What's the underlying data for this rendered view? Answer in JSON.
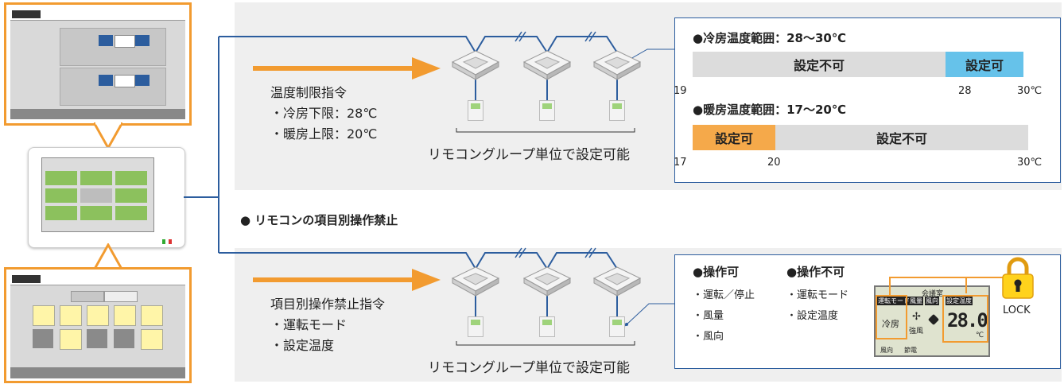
{
  "colors": {
    "orange": "#f29b30",
    "blue_line": "#2c5d9e",
    "settable_cool": "#66c2ea",
    "settable_heat": "#f5a94a",
    "not_settable": "#dcdcdc",
    "panel_bg": "#efefef"
  },
  "top": {
    "command_title": "温度制限指令",
    "command_items": [
      "・冷房下限：28℃",
      "・暖房上限：20℃"
    ],
    "group_caption": "リモコングループ単位で設定可能",
    "cooling": {
      "title": "●冷房温度範囲：28～30℃",
      "not_settable": "設定不可",
      "settable": "設定可",
      "ticks": [
        "19",
        "28",
        "30℃"
      ]
    },
    "heating": {
      "title": "●暖房温度範囲：17～20℃",
      "settable": "設定可",
      "not_settable": "設定不可",
      "ticks": [
        "17",
        "20",
        "30℃"
      ]
    }
  },
  "section_title": "● リモコンの項目別操作禁止",
  "bottom": {
    "command_title": "項目別操作禁止指令",
    "command_items": [
      "・運転モード",
      "・設定温度"
    ],
    "group_caption": "リモコングループ単位で設定可能",
    "operable": {
      "title": "●操作可",
      "items": [
        "・運転／停止",
        "・風量",
        "・風向"
      ]
    },
    "inoperable": {
      "title": "●操作不可",
      "items": [
        "・運転モード",
        "・設定温度"
      ]
    },
    "lcd": {
      "room": "会議室",
      "mode_tab": "運転モード",
      "fan_tab": "風量",
      "dir_tab": "風向",
      "temp_tab": "設定温度",
      "mode": "冷房",
      "fan": "強風",
      "temp": "28.0",
      "unit": "℃",
      "foot_left": "風向",
      "foot_right": "節電"
    },
    "lock_label": "LOCK"
  },
  "icons": [
    "indoor-unit-icon",
    "remote-controller-icon",
    "arrow-right-icon",
    "padlock-icon",
    "touch-panel-icon"
  ]
}
